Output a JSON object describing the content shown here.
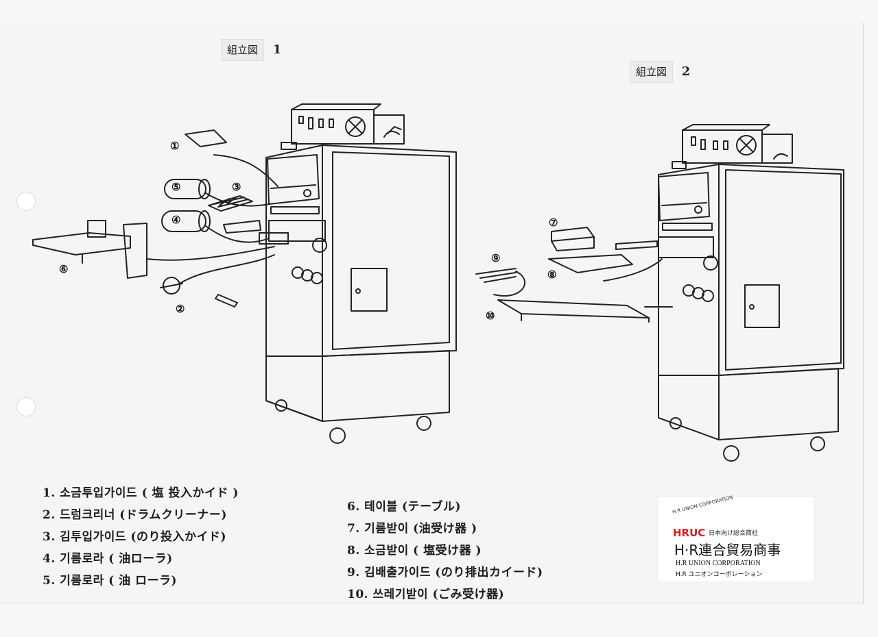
{
  "figures": {
    "fig1": {
      "title": "組立図",
      "number": "1"
    },
    "fig2": {
      "title": "組立図",
      "number": "2"
    }
  },
  "callouts": {
    "c1": "①",
    "c2": "②",
    "c3": "③",
    "c4": "④",
    "c5": "⑤",
    "c6": "⑥",
    "c7": "⑦",
    "c8": "⑧",
    "c9": "⑨",
    "c10": "⑩"
  },
  "legend": {
    "left": [
      "1. 소금투입가이드 ( 塩 投入かイド )",
      "2. 드럼크리너 (ドラムクリーナー)",
      "3. 김투입가이드 (のり投入かイド)",
      "4. 기름로라 ( 油ローラ)",
      "5. 기름로라 ( 油 ローラ)"
    ],
    "right": [
      "6. 테이블 (テーブル)",
      "7. 기름받이 (油受け器 )",
      "8. 소금받이 ( 塩受け器 )",
      "9. 김배출가이드 (のり排出カイード)",
      "10. 쓰레기받이 (ごみ受け器)"
    ]
  },
  "logo": {
    "arc_text": "H.R UNION CORPORATION",
    "brand": "HRUC",
    "tagline": "日本向け総合商社",
    "name_jp": "H·R連合貿易商事",
    "name_en": "H.R UNION CORPORATION",
    "name_kana": "H.R ユニオンコーポレーション"
  }
}
